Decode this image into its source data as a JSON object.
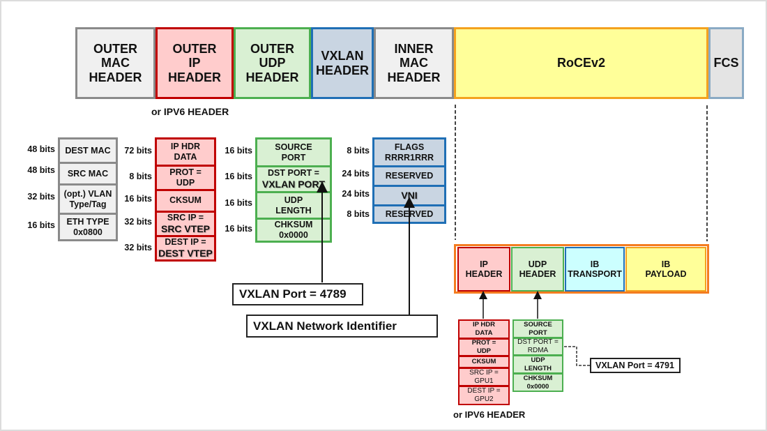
{
  "frame_headers": [
    {
      "id": "outer-mac",
      "label": "OUTER\nMAC\nHEADER"
    },
    {
      "id": "outer-ip",
      "label": "OUTER\nIP\nHEADER"
    },
    {
      "id": "outer-udp",
      "label": "OUTER\nUDP\nHEADER"
    },
    {
      "id": "vxlan",
      "label": "VXLAN\nHEADER"
    },
    {
      "id": "inner-mac",
      "label": "INNER\nMAC\nHEADER"
    },
    {
      "id": "rocev2",
      "label": "RoCEv2"
    },
    {
      "id": "fcs",
      "label": "FCS"
    }
  ],
  "outer_ip_note": "or IPV6 HEADER",
  "mac_fields": [
    {
      "bits": "48 bits",
      "label": "DEST MAC"
    },
    {
      "bits": "48 bits",
      "label": "SRC MAC"
    },
    {
      "bits": "32 bits",
      "label": "(opt.) VLAN\nType/Tag"
    },
    {
      "bits": "16 bits",
      "label": "ETH TYPE\n0x0800"
    }
  ],
  "ip_fields": [
    {
      "bits": "72 bits",
      "label": "IP HDR\nDATA"
    },
    {
      "bits": "8 bits",
      "label": "PROT =\nUDP"
    },
    {
      "bits": "16 bits",
      "label": "CKSUM"
    },
    {
      "bits": "32 bits",
      "label": "SRC IP =",
      "emph": "SRC VTEP"
    },
    {
      "bits": "32 bits",
      "label": "DEST IP =",
      "emph": "DEST VTEP"
    }
  ],
  "udp_fields": [
    {
      "bits": "16 bits",
      "label": "SOURCE\nPORT"
    },
    {
      "bits": "16 bits",
      "label": "DST PORT =",
      "emph": "VXLAN PORT"
    },
    {
      "bits": "16 bits",
      "label": "UDP\nLENGTH"
    },
    {
      "bits": "16 bits",
      "label": "CHKSUM\n0x0000"
    }
  ],
  "vxlan_fields": [
    {
      "bits": "8 bits",
      "label": "FLAGS\nRRRR1RRR"
    },
    {
      "bits": "24 bits",
      "label": "RESERVED"
    },
    {
      "bits": "24 bits",
      "label": "VNI"
    },
    {
      "bits": "8 bits",
      "label": "RESERVED"
    }
  ],
  "callouts": {
    "vxlan_port": "VXLAN  Port = 4789",
    "vni": "VXLAN  Network Identifier",
    "roce_port": "VXLAN  Port = 4791"
  },
  "rocev2_parts": [
    {
      "id": "ip",
      "label": "IP\nHEADER"
    },
    {
      "id": "udp",
      "label": "UDP\nHEADER"
    },
    {
      "id": "ib-transport",
      "label": "IB\nTRANSPORT"
    },
    {
      "id": "ib-payload",
      "label": "IB\nPAYLOAD"
    }
  ],
  "inner_ip_fields": [
    {
      "label": "IP HDR\nDATA",
      "bold": true
    },
    {
      "label": "PROT =\nUDP",
      "bold": true
    },
    {
      "label": "CKSUM",
      "bold": true
    },
    {
      "label": "SRC IP =\nGPU1",
      "bold": false
    },
    {
      "label": "DEST IP =\nGPU2",
      "bold": false
    }
  ],
  "inner_udp_fields": [
    {
      "label": "SOURCE\nPORT",
      "bold": true
    },
    {
      "label": "DST PORT =\nRDMA",
      "bold": false
    },
    {
      "label": "UDP\nLENGTH",
      "bold": true
    },
    {
      "label": "CHKSUM\n0x0000",
      "bold": true
    }
  ],
  "inner_ip_note": "or IPV6 HEADER",
  "colors": {
    "mac": "#8a8a8a",
    "ip": "#c00000",
    "udp": "#4caf50",
    "vxlan": "#1f6fb5",
    "rocev2": "#f4a21e",
    "fcs": "#8aaac4"
  }
}
